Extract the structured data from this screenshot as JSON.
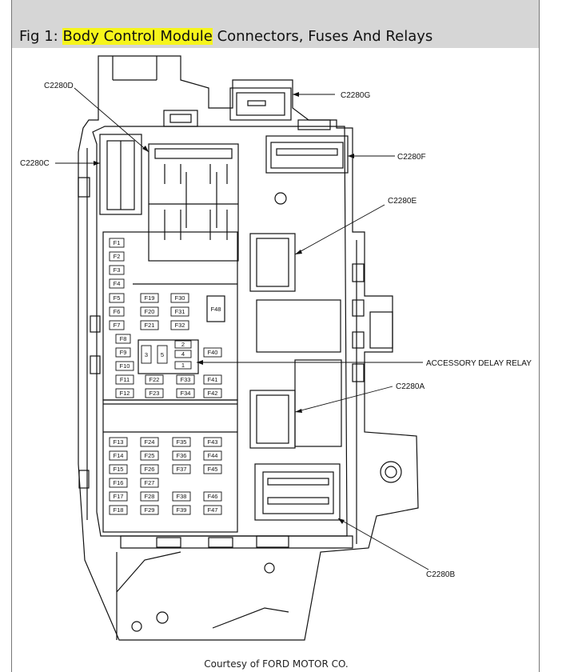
{
  "caption": {
    "prefix": "Fig 1: ",
    "highlight": "Body Control Module",
    "suffix": " Connectors, Fuses And Relays"
  },
  "credit": "Courtesy of FORD MOTOR CO.",
  "callouts": {
    "c2280d": "C2280D",
    "c2280c": "C2280C",
    "c2280g": "C2280G",
    "c2280f": "C2280F",
    "c2280e": "C2280E",
    "c2280a": "C2280A",
    "c2280b": "C2280B",
    "relay": "ACCESSORY DELAY RELAY"
  },
  "fuses": {
    "f1": "F1",
    "f2": "F2",
    "f3": "F3",
    "f4": "F4",
    "f5": "F5",
    "f6": "F6",
    "f7": "F7",
    "f8": "F8",
    "f9": "F9",
    "f10": "F10",
    "f11": "F11",
    "f12": "F12",
    "f13": "F13",
    "f14": "F14",
    "f15": "F15",
    "f16": "F16",
    "f17": "F17",
    "f18": "F18",
    "f19": "F19",
    "f20": "F20",
    "f21": "F21",
    "f22": "F22",
    "f23": "F23",
    "f24": "F24",
    "f25": "F25",
    "f26": "F26",
    "f27": "F27",
    "f28": "F28",
    "f29": "F29",
    "f30": "F30",
    "f31": "F31",
    "f32": "F32",
    "f33": "F33",
    "f34": "F34",
    "f35": "F35",
    "f36": "F36",
    "f37": "F37",
    "f38": "F38",
    "f39": "F39",
    "f40": "F40",
    "f41": "F41",
    "f42": "F42",
    "f43": "F43",
    "f44": "F44",
    "f45": "F45",
    "f46": "F46",
    "f47": "F47",
    "f48": "F48"
  },
  "relay_pins": {
    "p1": "1",
    "p2": "2",
    "p3": "3",
    "p4": "4",
    "p5": "5"
  }
}
